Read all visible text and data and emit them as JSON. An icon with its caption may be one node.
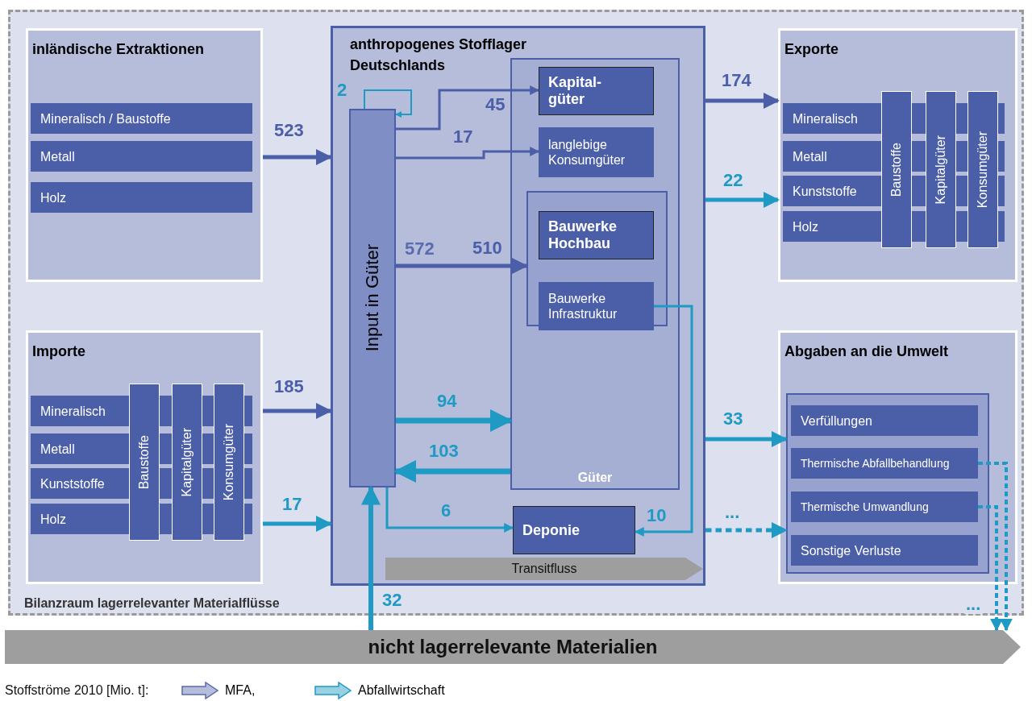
{
  "diagram": {
    "nodes": [
      {
        "text": [
          "Bilanzraum lagerrelevanter Materialflüsse"
        ]
      },
      {
        "text": [
          "inländische Extraktionen"
        ],
        "in": 0
      },
      {
        "text": [
          "Mineralisch / Baustoffe"
        ],
        "in": 1
      },
      {
        "text": [
          "Metall"
        ],
        "in": 1
      },
      {
        "text": [
          "Holz"
        ],
        "in": 1
      },
      {
        "text": [
          "anthropogenes Stofflager Deutschlands"
        ],
        "in": 0
      },
      {
        "text": [
          "Input in Güter"
        ],
        "in": 5
      },
      {
        "text": [
          "Güter"
        ],
        "in": 5
      },
      {
        "text": [
          "Kapital- güter"
        ],
        "in": 7
      },
      {
        "text": [
          "langlebige Konsumgüter"
        ],
        "in": 7
      },
      {
        "text": [],
        "shape": "box",
        "in": 7
      },
      {
        "text": [
          "Bauwerke Hochbau"
        ],
        "in": 10
      },
      {
        "text": [
          "Bauwerke Infrastruktur"
        ],
        "in": 10
      },
      {
        "text": [
          "Deponie"
        ],
        "in": 5
      },
      {
        "text": [
          "Transitfluss"
        ],
        "in": 5
      },
      {
        "text": [
          "Exporte"
        ],
        "in": 0
      },
      {
        "text": [
          "Mineralisch"
        ],
        "in": 15
      },
      {
        "text": [
          "Metall"
        ],
        "in": 15
      },
      {
        "text": [
          "Kunststoffe"
        ],
        "in": 15
      },
      {
        "text": [
          "Holz"
        ],
        "in": 15
      },
      {
        "text": [
          "Baustoffe"
        ],
        "in": 15
      },
      {
        "text": [
          "Kapitalgüter"
        ],
        "in": 15
      },
      {
        "text": [
          "Konsumgüter"
        ],
        "in": 15
      },
      {
        "text": [
          "Importe"
        ],
        "in": 0
      },
      {
        "text": [
          "Mineralisch"
        ],
        "in": 23
      },
      {
        "text": [
          "Metall"
        ],
        "in": 23
      },
      {
        "text": [
          "Kunststoffe"
        ],
        "in": 23
      },
      {
        "text": [
          "Holz"
        ],
        "in": 23
      },
      {
        "text": [
          "Baustoffe"
        ],
        "in": 23
      },
      {
        "text": [
          "Kapitalgüter"
        ],
        "in": 23
      },
      {
        "text": [
          "Konsumgüter"
        ],
        "in": 23
      },
      {
        "text": [
          "Abgaben an die Umwelt"
        ],
        "in": 0
      },
      {
        "text": [],
        "shape": "box",
        "in": 31
      },
      {
        "text": [
          "Verfüllungen"
        ],
        "in": 32
      },
      {
        "text": [
          "Thermische Abfallbehandlung"
        ],
        "in": 32
      },
      {
        "text": [
          "Thermische Umwandlung"
        ],
        "in": 32
      },
      {
        "text": [
          "Sonstige Verluste"
        ],
        "in": 32
      },
      {
        "text": [
          "nicht lagerrelevante Materialien"
        ]
      }
    ],
    "edges": [
      {
        "from": 1,
        "to": 5,
        "arrow": "to",
        "label": "523",
        "color": "#4b5ea8"
      },
      {
        "from": 23,
        "to": 5,
        "arrow": "to",
        "label": "185",
        "color": "#4b5ea8"
      },
      {
        "from": 23,
        "to": 5,
        "arrow": "to",
        "label": "17"
      },
      {
        "from": 6,
        "to": 6,
        "arrow": "to",
        "label": "2"
      },
      {
        "from": 6,
        "to": 8,
        "arrow": "to",
        "label": "45",
        "color": "#4b5ea8"
      },
      {
        "from": 6,
        "to": 9,
        "arrow": "to",
        "label": "17",
        "color": "#4b5ea8"
      },
      {
        "from": 6,
        "to": 10,
        "arrow": "to",
        "label": "510",
        "color": "#4b5ea8"
      },
      {
        "from": 6,
        "to": 7,
        "arrow": "to",
        "label": "94"
      },
      {
        "from": 7,
        "to": 6,
        "arrow": "to",
        "label": "103"
      },
      {
        "from": 6,
        "to": 13,
        "arrow": "to",
        "label": "6"
      },
      {
        "from": 12,
        "to": 13,
        "arrow": "to",
        "label": "10"
      },
      {
        "from": 5,
        "to": 15,
        "arrow": "to",
        "label": "174",
        "color": "#4b5ea8"
      },
      {
        "from": 5,
        "to": 15,
        "arrow": "to",
        "label": "22"
      },
      {
        "from": 5,
        "to": 32,
        "arrow": "to",
        "label": "33"
      },
      {
        "from": 5,
        "to": 32,
        "arrow": "to",
        "label": "...",
        "style": "dashed"
      },
      {
        "from": 34,
        "to": 37,
        "arrow": "to",
        "label": "...",
        "style": "dashed"
      },
      {
        "from": 35,
        "to": 37,
        "arrow": "to",
        "style": "dashed"
      },
      {
        "from": 37,
        "to": 6,
        "arrow": "to",
        "label": "32"
      }
    ],
    "labels": [
      "572",
      "Stoffströme 2010 [Mio. t]:"
    ],
    "legend": [
      {
        "text": "MFA,"
      },
      {
        "text": "Abfallwirtschaft"
      }
    ]
  }
}
